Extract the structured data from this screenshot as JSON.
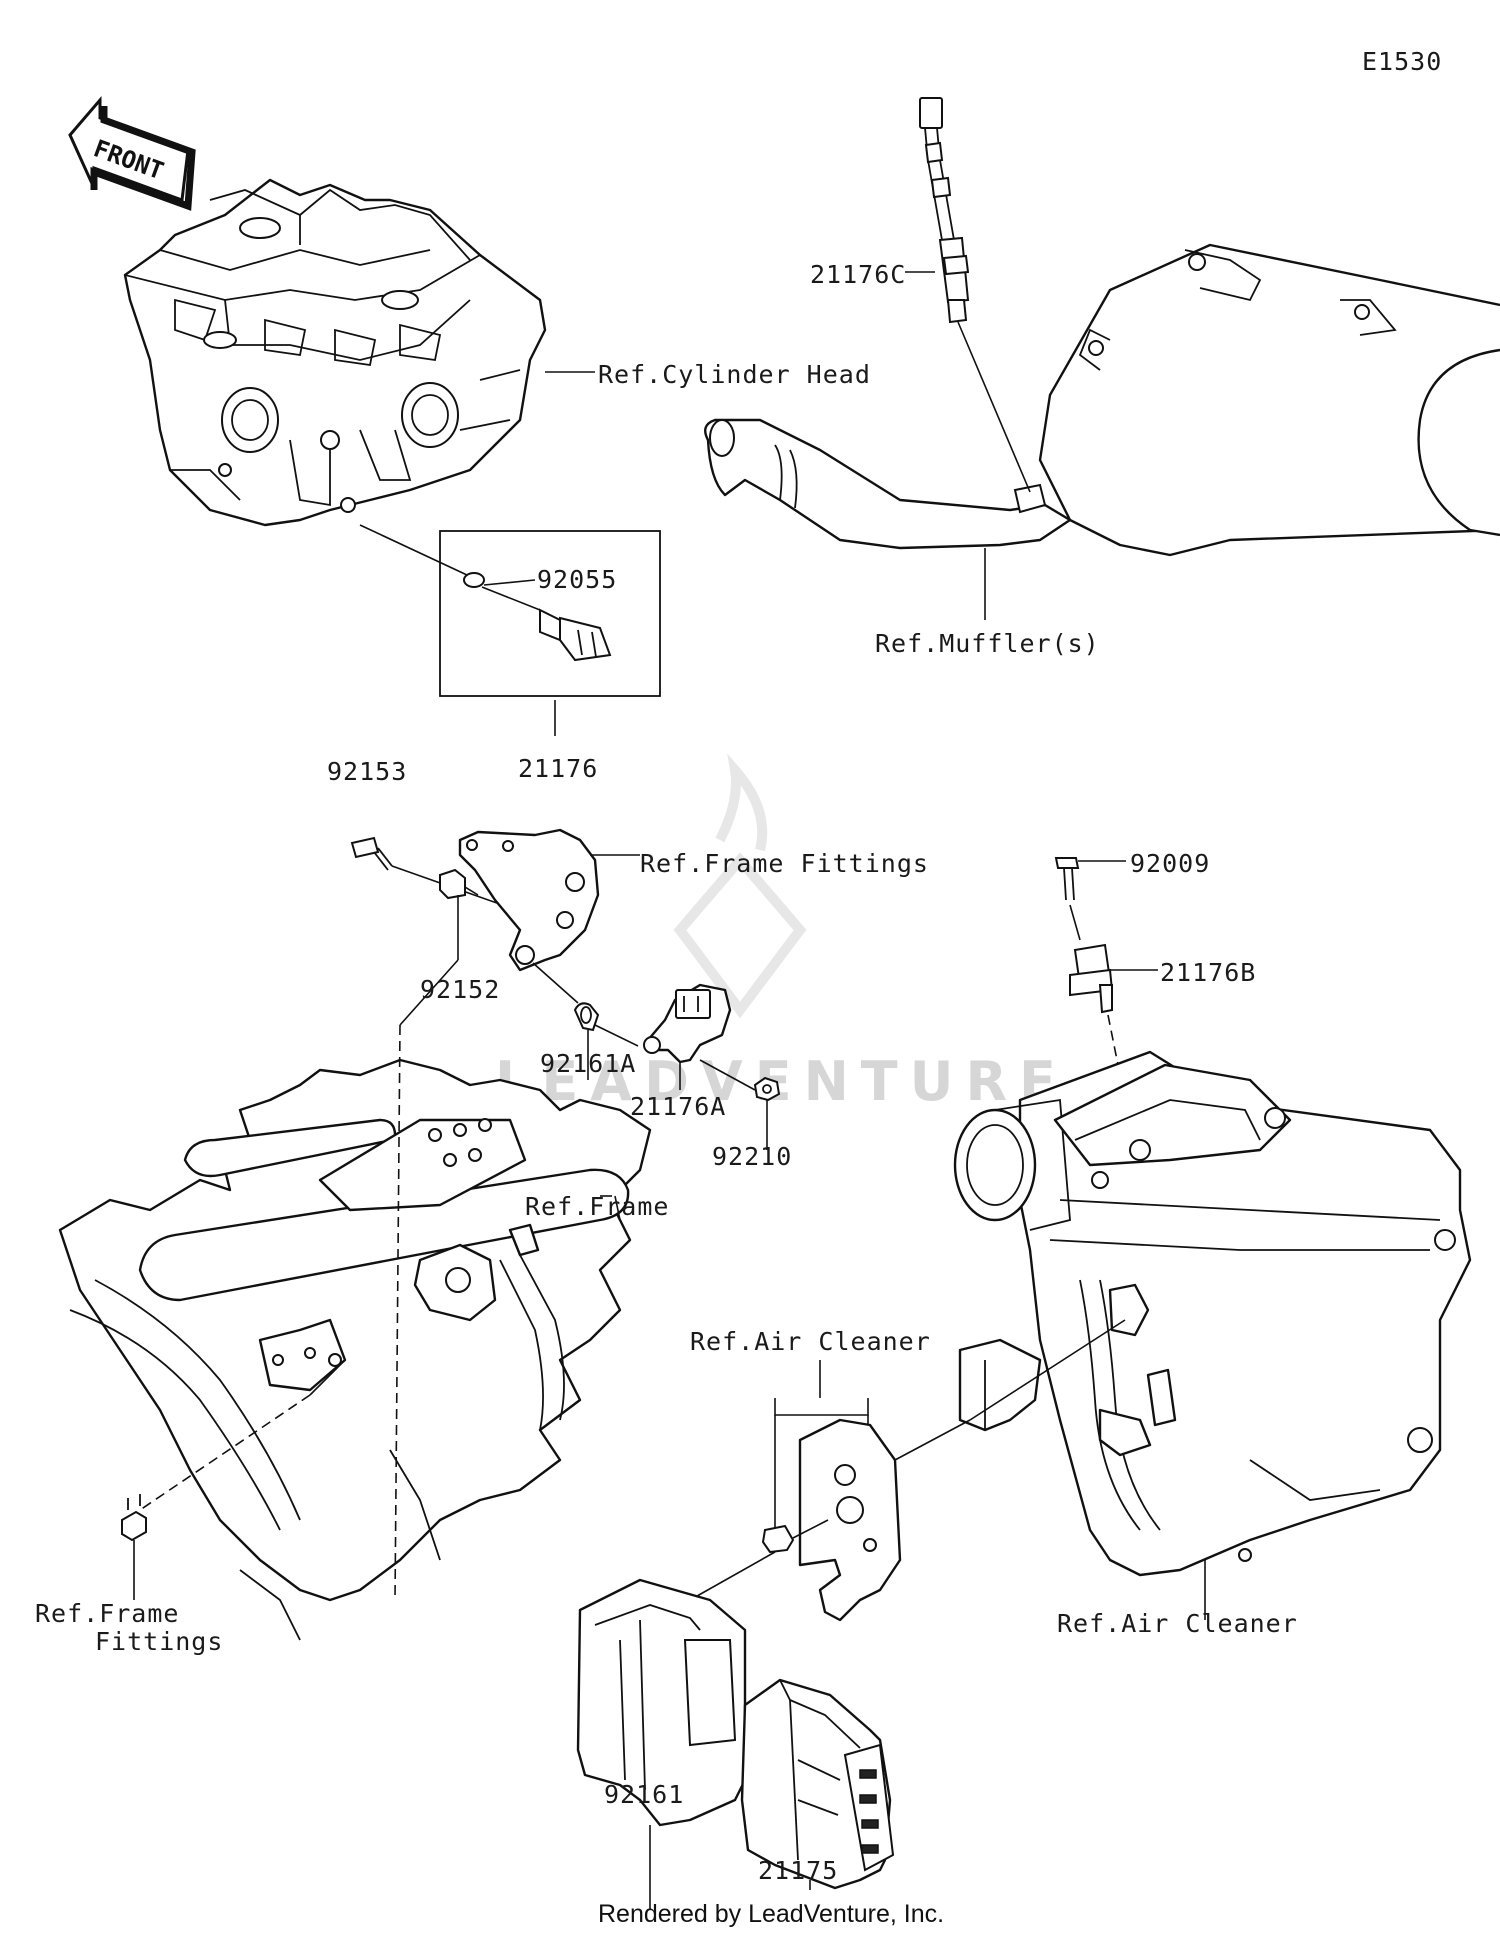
{
  "diagram_code": "E1530",
  "front_marker": "FRONT",
  "watermark": "LEADVENTURE",
  "footer_credit": "Rendered by LeadVenture, Inc.",
  "callouts": {
    "part_21176C": "21176C",
    "ref_cylinder_head": "Ref.Cylinder Head",
    "part_92055": "92055",
    "ref_mufflers": "Ref.Muffler(s)",
    "part_21176": "21176",
    "part_92153": "92153",
    "ref_frame_fittings_top": "Ref.Frame Fittings",
    "part_92009": "92009",
    "part_92152": "92152",
    "part_21176B": "21176B",
    "part_92161A": "92161A",
    "part_21176A": "21176A",
    "part_92210": "92210",
    "ref_frame": "Ref.Frame",
    "ref_air_cleaner_bracket": "Ref.Air Cleaner",
    "ref_frame_fittings_bottom_1": "Ref.Frame",
    "ref_frame_fittings_bottom_2": "Fittings",
    "ref_air_cleaner_box": "Ref.Air Cleaner",
    "part_92161": "92161",
    "part_21175": "21175"
  }
}
